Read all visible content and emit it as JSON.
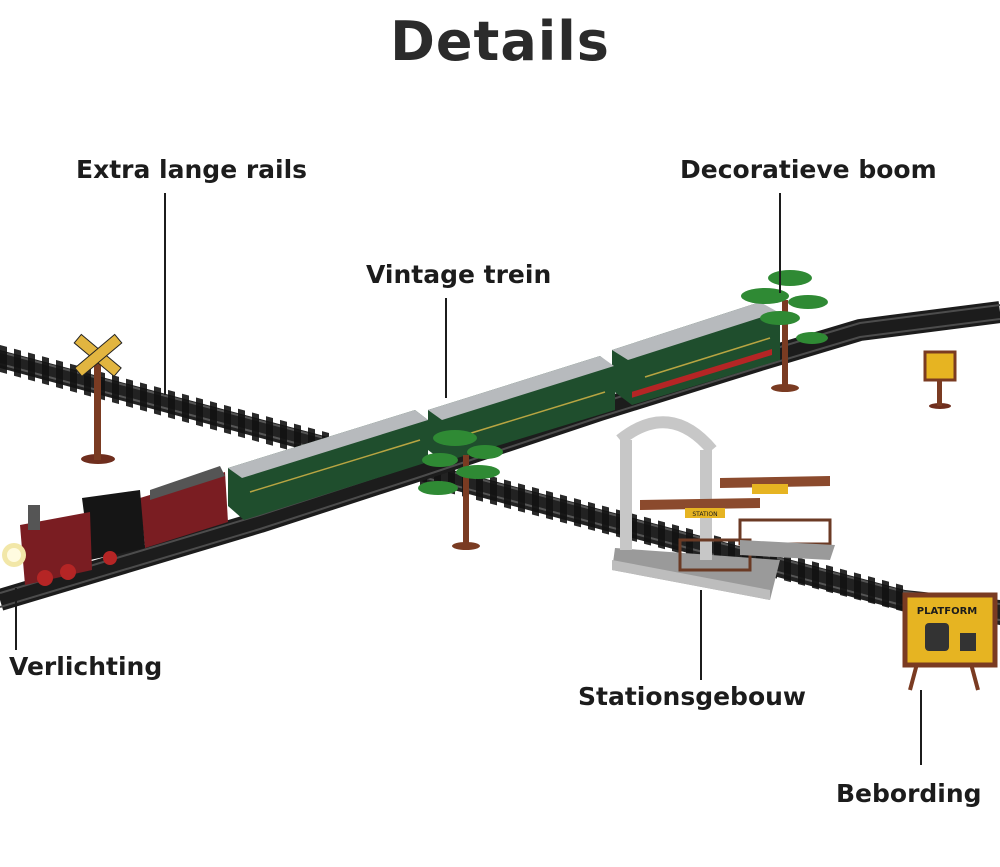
{
  "page": {
    "title": "Details"
  },
  "callouts": {
    "rails": "Extra lange rails",
    "tree": "Decoratieve boom",
    "train": "Vintage trein",
    "lighting": "Verlichting",
    "station": "Stationsgebouw",
    "signage": "Bebording"
  },
  "signs": {
    "platform": "PLATFORM",
    "station": "STATION"
  },
  "colors": {
    "track": "#1b1b1b",
    "carriage_green": "#1f4e2d",
    "roof_silver": "#b7babd",
    "locomotive_red": "#7a1d22",
    "tree_green": "#2f8a34",
    "trunk_brown": "#7a3b22",
    "sign_yellow": "#e6b422"
  }
}
